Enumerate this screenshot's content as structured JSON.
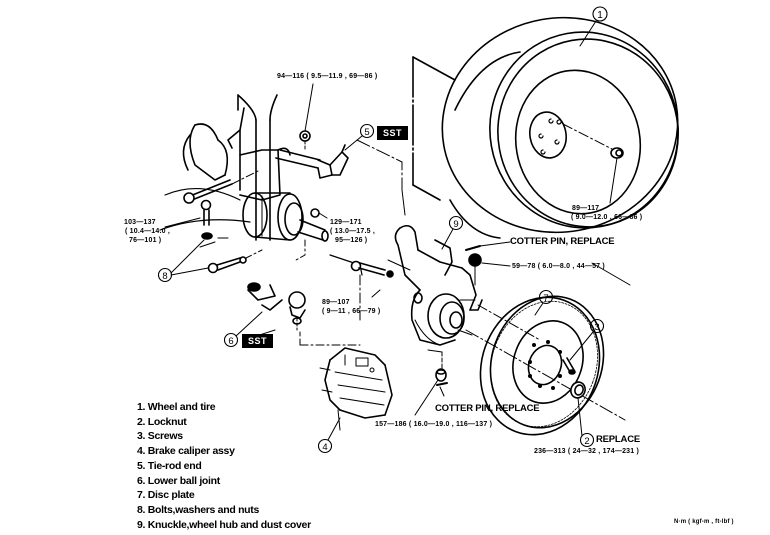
{
  "diagram": {
    "title": "Front axle / wheel hub exploded view",
    "callouts": [
      {
        "id": "1",
        "part": "wheel-and-tire"
      },
      {
        "id": "2",
        "part": "locknut"
      },
      {
        "id": "3",
        "part": "screws"
      },
      {
        "id": "4",
        "part": "brake-caliper-assy"
      },
      {
        "id": "5",
        "part": "tie-rod-end"
      },
      {
        "id": "6",
        "part": "lower-ball-joint"
      },
      {
        "id": "7",
        "part": "disc-plate"
      },
      {
        "id": "8",
        "part": "bolts-washers-nuts"
      },
      {
        "id": "9",
        "part": "knuckle-wheel-hub-dust-cover"
      }
    ],
    "torque_specs": {
      "tie_rod_nut": "94—116 ( 9.5—11.9 , 69—86 )",
      "strut_bolts_line1": "103—137",
      "strut_bolts_line2": "( 10.4—14.0 ,",
      "strut_bolts_line3": "76—101 )",
      "hub_nut_line1": "129—171",
      "hub_nut_line2": "( 13.0—17.5 ,",
      "hub_nut_line3": "95—126 )",
      "ball_joint_bolt_line1": "89—107",
      "ball_joint_bolt_line2": "( 9—11 , 66—79 )",
      "knuckle_nut": "59—78 ( 6.0—8.0 , 44—57 )",
      "wheel_nut_line1": "89—117",
      "wheel_nut_line2": "( 9.0—12.0 , 66—86 )",
      "lower_nut": "157—186 ( 16.0—19.0 , 116—137 )",
      "locknut": "236—313 ( 24—32 , 174—231 )"
    },
    "notes": {
      "cotter_pin_upper": "COTTER PIN, REPLACE",
      "cotter_pin_lower": "COTTER PIN, REPLACE",
      "replace": "REPLACE",
      "sst_1": "SST",
      "sst_2": "SST",
      "units": "N·m ( kgf-m , ft-lbf )"
    },
    "legend": [
      "1. Wheel and tire",
      "2. Locknut",
      "3. Screws",
      "4. Brake caliper assy",
      "5. Tie-rod end",
      "6. Lower ball joint",
      "7. Disc plate",
      "8. Bolts,washers and nuts",
      "9. Knuckle,wheel hub and dust cover"
    ]
  }
}
